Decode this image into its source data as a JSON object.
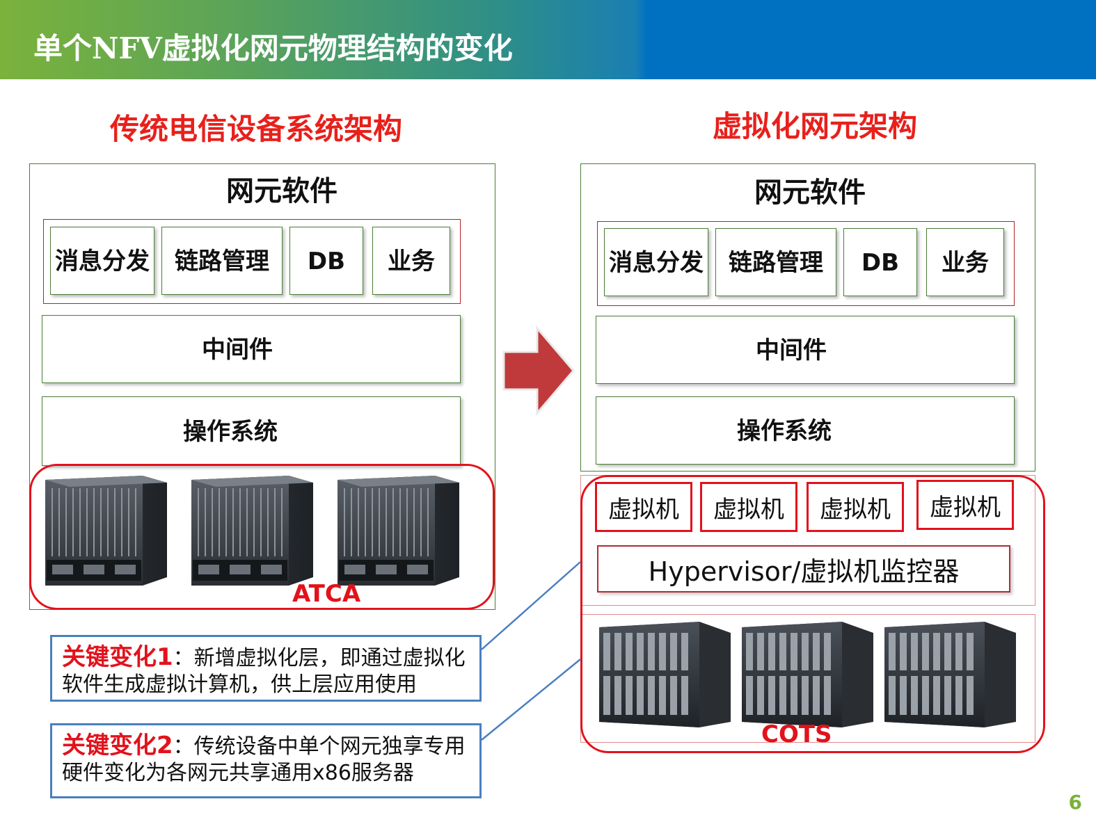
{
  "header": {
    "title": "单个NFV虚拟化网元物理结构的变化"
  },
  "left": {
    "title": "传统电信设备系统架构",
    "software_label": "网元软件",
    "modules": [
      "消息分发",
      "链路管理",
      "DB",
      "业务"
    ],
    "middleware": "中间件",
    "os": "操作系统",
    "hardware_label": "ATCA"
  },
  "right": {
    "title": "虚拟化网元架构",
    "software_label": "网元软件",
    "modules": [
      "消息分发",
      "链路管理",
      "DB",
      "业务"
    ],
    "middleware": "中间件",
    "os": "操作系统",
    "vms": [
      "虚拟机",
      "虚拟机",
      "虚拟机",
      "虚拟机"
    ],
    "hypervisor": "Hypervisor/虚拟机监控器",
    "hardware_label": "COTS"
  },
  "notes": [
    {
      "key": "关键变化1",
      "text": "：新增虚拟化层，即通过虚拟化软件生成虚拟计算机，供上层应用使用"
    },
    {
      "key": "关键变化2",
      "text": "：传统设备中单个网元独享专用硬件变化为各网元共享通用x86服务器"
    }
  ],
  "page_number": "6",
  "colors": {
    "accent_red": "#e2121c",
    "box_green": "#4a7d34",
    "note_blue": "#4a7fbf",
    "arrow_red": "#c0393b"
  },
  "icons": {
    "arrow": "right-arrow-icon",
    "atca_chassis": "atca-chassis-icon",
    "blade_server": "blade-server-icon"
  }
}
